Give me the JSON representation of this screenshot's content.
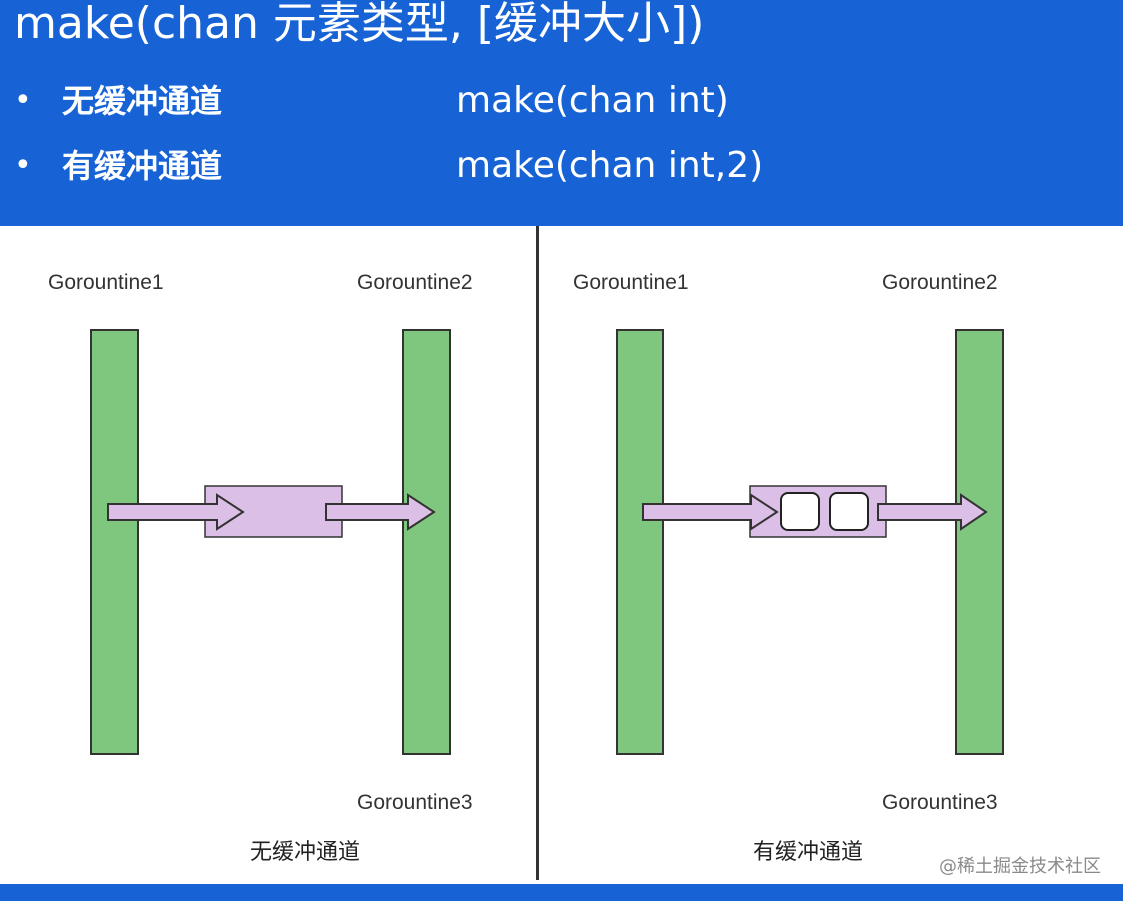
{
  "header": {
    "title": "make(chan 元素类型, [缓冲大小])",
    "rows": [
      {
        "bullet": "•",
        "label": "无缓冲通道",
        "code": "make(chan int)"
      },
      {
        "bullet": "•",
        "label": "有缓冲通道",
        "code": "make(chan int,2)"
      }
    ]
  },
  "left_panel": {
    "goroutine_top_left": "Gorountine1",
    "goroutine_top_right": "Gorountine2",
    "goroutine_bottom_right": "Gorountine3",
    "caption": "无缓冲通道",
    "buffer_slots": 0
  },
  "right_panel": {
    "goroutine_top_left": "Gorountine1",
    "goroutine_top_right": "Gorountine2",
    "goroutine_bottom_right": "Gorountine3",
    "caption": "有缓冲通道",
    "buffer_slots": 2
  },
  "watermark": "@稀土掘金技术社区",
  "colors": {
    "header_bg": "#1763d6",
    "goroutine_fill": "#7fc77f",
    "channel_fill": "#dcbfe6",
    "outline": "#333333"
  }
}
